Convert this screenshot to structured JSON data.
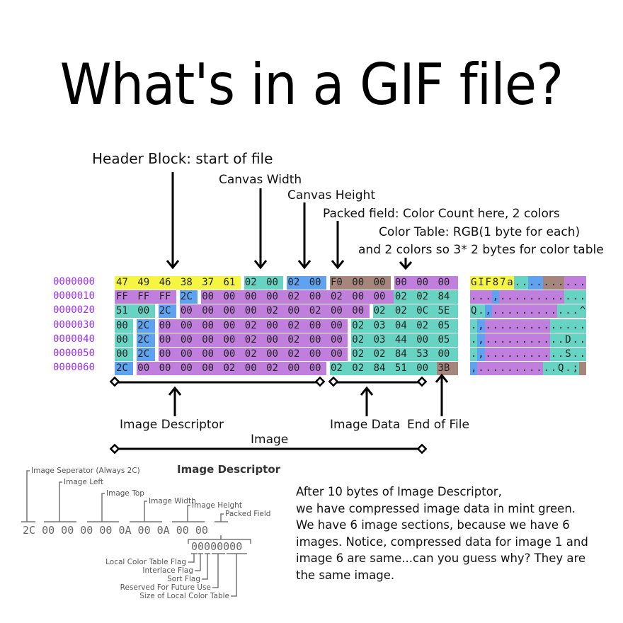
{
  "title": "What's in a GIF file?",
  "top_labels": {
    "header_block": "Header Block: start of file",
    "canvas_width": "Canvas Width",
    "canvas_height": "Canvas Height",
    "packed_field": "Packed field: Color Count here, 2 colors",
    "color_table_line1": "Color Table: RGB(1 byte for each)",
    "color_table_line2": "and 2 colors so 3* 2 bytes for color table"
  },
  "hex_dump": {
    "addresses": [
      "0000000",
      "0000010",
      "0000020",
      "0000030",
      "0000040",
      "0000050",
      "0000060"
    ],
    "rows": [
      {
        "bytes": [
          "47",
          "49",
          "46",
          "38",
          "37",
          "61",
          "02",
          "00",
          "02",
          "00",
          "F0",
          "00",
          "00",
          "00",
          "00",
          "00"
        ],
        "colors": [
          "yellow",
          "yellow",
          "yellow",
          "yellow",
          "yellow",
          "yellow",
          "teal",
          "teal",
          "blue",
          "blue",
          "brown",
          "brown",
          "brown",
          "purple",
          "purple",
          "purple"
        ],
        "ascii": "GIF87a.........."
      },
      {
        "bytes": [
          "FF",
          "FF",
          "FF",
          "2C",
          "00",
          "00",
          "00",
          "00",
          "02",
          "00",
          "02",
          "00",
          "00",
          "02",
          "02",
          "84"
        ],
        "colors": [
          "purple",
          "purple",
          "purple",
          "blue",
          "purple",
          "purple",
          "purple",
          "purple",
          "purple",
          "purple",
          "purple",
          "purple",
          "purple",
          "teal",
          "teal",
          "teal"
        ],
        "ascii": "...,............"
      },
      {
        "bytes": [
          "51",
          "00",
          "2C",
          "00",
          "00",
          "00",
          "00",
          "02",
          "00",
          "02",
          "00",
          "00",
          "02",
          "02",
          "0C",
          "5E"
        ],
        "colors": [
          "teal",
          "teal",
          "blue",
          "purple",
          "purple",
          "purple",
          "purple",
          "purple",
          "purple",
          "purple",
          "purple",
          "purple",
          "teal",
          "teal",
          "teal",
          "teal"
        ],
        "ascii": "Q.,............^"
      },
      {
        "bytes": [
          "00",
          "2C",
          "00",
          "00",
          "00",
          "00",
          "02",
          "00",
          "02",
          "00",
          "00",
          "02",
          "03",
          "04",
          "02",
          "05"
        ],
        "colors": [
          "teal",
          "blue",
          "purple",
          "purple",
          "purple",
          "purple",
          "purple",
          "purple",
          "purple",
          "purple",
          "purple",
          "teal",
          "teal",
          "teal",
          "teal",
          "teal"
        ],
        "ascii": ".,.............."
      },
      {
        "bytes": [
          "00",
          "2C",
          "00",
          "00",
          "00",
          "00",
          "02",
          "00",
          "02",
          "00",
          "00",
          "02",
          "03",
          "44",
          "00",
          "05"
        ],
        "colors": [
          "teal",
          "blue",
          "purple",
          "purple",
          "purple",
          "purple",
          "purple",
          "purple",
          "purple",
          "purple",
          "purple",
          "teal",
          "teal",
          "teal",
          "teal",
          "teal"
        ],
        "ascii": ".,...........D.."
      },
      {
        "bytes": [
          "00",
          "2C",
          "00",
          "00",
          "00",
          "00",
          "02",
          "00",
          "02",
          "00",
          "00",
          "02",
          "02",
          "84",
          "53",
          "00"
        ],
        "colors": [
          "teal",
          "blue",
          "purple",
          "purple",
          "purple",
          "purple",
          "purple",
          "purple",
          "purple",
          "purple",
          "purple",
          "teal",
          "teal",
          "teal",
          "teal",
          "teal"
        ],
        "ascii": ".,...........S."
      },
      {
        "bytes": [
          "2C",
          "00",
          "00",
          "00",
          "00",
          "02",
          "00",
          "02",
          "00",
          "00",
          "02",
          "02",
          "84",
          "51",
          "00",
          "3B"
        ],
        "colors": [
          "blue",
          "purple",
          "purple",
          "purple",
          "purple",
          "purple",
          "purple",
          "purple",
          "purple",
          "purple",
          "teal",
          "teal",
          "teal",
          "teal",
          "teal",
          "brown"
        ],
        "ascii": ",..........Q.;"
      }
    ],
    "ascii_rows": [
      "GIF87a..........",
      "...,............",
      "Q.,............^",
      ".,..............",
      ".,...........D..",
      ".,...........S..",
      ",...........Q.;"
    ]
  },
  "colors": {
    "yellow": "#f5f542",
    "teal": "#66d3c3",
    "blue": "#5ea2f0",
    "brown": "#a6857c",
    "purple": "#c07fdc",
    "address": "#9b30ff"
  },
  "bottom_labels": {
    "image_descriptor": "Image Descriptor",
    "image_data": "Image Data",
    "end_of_file": "End of File",
    "image": "Image"
  },
  "descriptor_diagram": {
    "title": "Image Descriptor",
    "fields": [
      "Image Seperator (Always 2C)",
      "Image Left",
      "Image Top",
      "Image Width",
      "Image Height",
      "Packed Field"
    ],
    "bytes": [
      "2C",
      "00",
      "00",
      "00",
      "00",
      "0A",
      "00",
      "0A",
      "00",
      "00"
    ],
    "packed_bits": "00000000",
    "bit_fields": [
      "Local Color Table Flag",
      "Interlace Flag",
      "Sort Flag",
      "Reserved For Future Use",
      "Size of Local Color Table"
    ]
  },
  "explanation": "After 10 bytes of Image Descriptor, we have compressed image data in mint green. We have 6 image sections, because we have 6 images. Notice, compressed data for image 1 and image 6 are same...can you guess why? They are the same image.",
  "explanation_lines": [
    "After 10 bytes of Image Descriptor,",
    "we have compressed image data in mint green.",
    "We have 6 image sections, because we have 6",
    "images. Notice, compressed data for image 1 and",
    "image 6 are same...can you guess why? They are",
    "the same image."
  ]
}
